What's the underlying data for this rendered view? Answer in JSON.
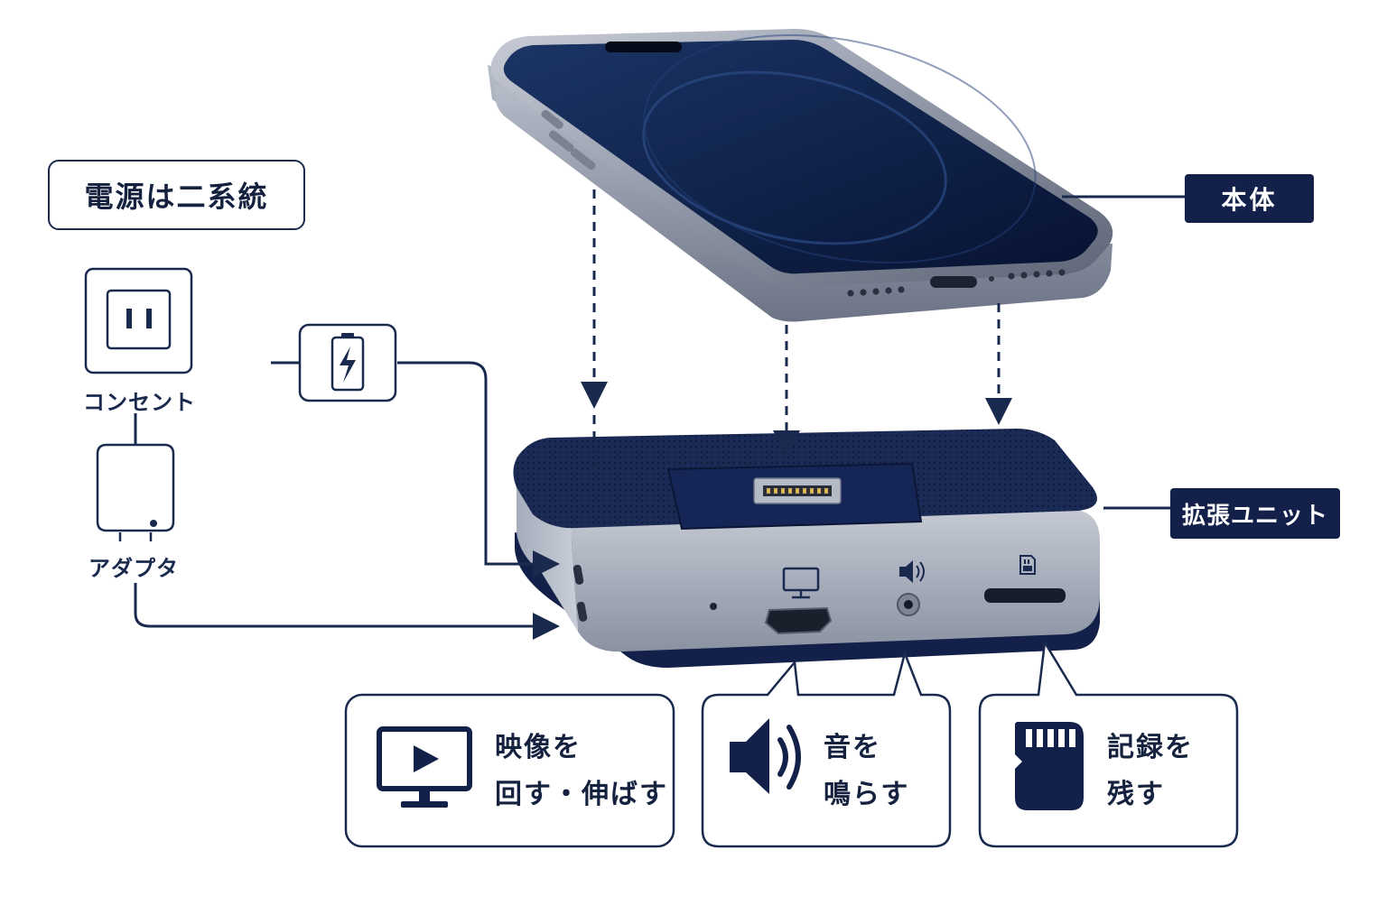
{
  "labels": {
    "power_title": "電源は二系統",
    "outlet": "コンセント",
    "adapter": "アダプタ",
    "body": "本体",
    "expansion_unit": "拡張ユニット"
  },
  "callouts": {
    "video": {
      "line1": "映像を",
      "line2": "回す・伸ばす",
      "icon": "monitor-play-icon"
    },
    "audio": {
      "line1": "音を",
      "line2": "鳴らす",
      "icon": "speaker-icon"
    },
    "storage": {
      "line1": "記録を",
      "line2": "残す",
      "icon": "sd-card-icon"
    }
  },
  "icons": {
    "battery": "battery-charging-icon",
    "outlet": "power-outlet-icon",
    "adapter": "power-adapter-icon",
    "port_display": "display-icon",
    "port_audio": "audio-icon",
    "port_card": "sd-card-icon"
  },
  "colors": {
    "navy": "#13214a",
    "line": "#1a2a4f",
    "silver": "#9ea5b3",
    "screen": "#0b1838"
  }
}
